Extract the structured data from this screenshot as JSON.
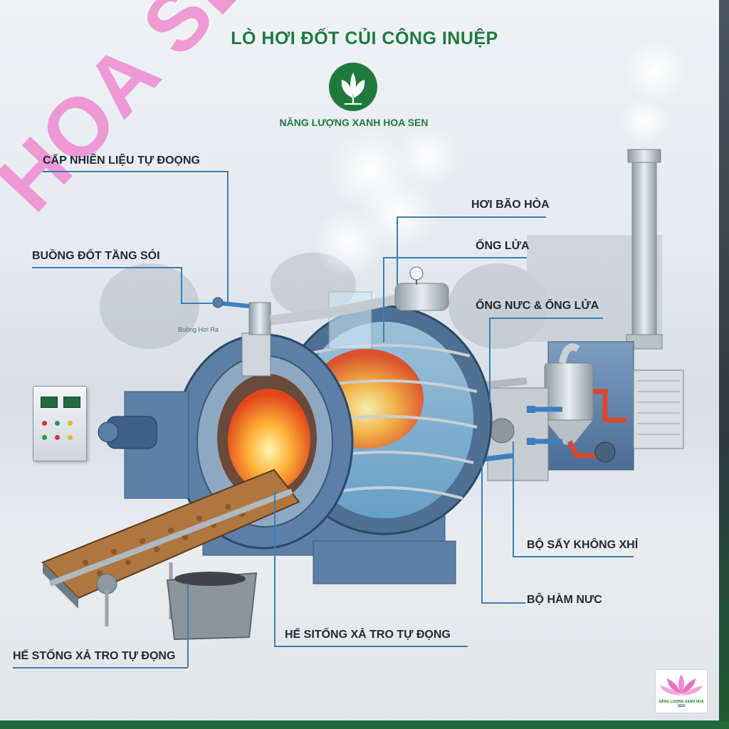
{
  "header": {
    "title": "LÒ HƠI ĐỐT CỦI CÔNG INUỆP",
    "brand_name": "NĂNG LƯỢNG XANH HOA SEN"
  },
  "watermark": {
    "text": "HOA SEN"
  },
  "labels": {
    "fuel_feed": "CẤP NHIÊN LIỆU TỰ ĐOỌNG",
    "fluidized_bed": "BUỒNG ĐỐT TẦNG SÓI",
    "return_chamber": "Buồng Hơi Ra",
    "saturated_steam": "HƠI BÃO HÒA",
    "fire_tube": "ỐNG LỬA",
    "water_fire_tube": "ỐNG NƯC & ỐNG LỬA",
    "air_preheater": "BỘ SẤY KHÔNG XHỈ",
    "economizer": "BỘ HÀM NƯC",
    "ash_system_center": "HẾ SITỐNG XẢ TRO TỰ ĐỌNG",
    "ash_system_left": "HẾ STỐNG XẢ TRO TỰ ĐỌNG"
  },
  "corner_logo": {
    "brand": "NĂNG LƯỢNG XANH HOA SEN"
  },
  "colors": {
    "brand_green": "#1e7a3c",
    "leader_blue": "#3b7fb6",
    "watermark_pink": "#f08ad0",
    "boiler_blue": "#5b7fa6"
  }
}
